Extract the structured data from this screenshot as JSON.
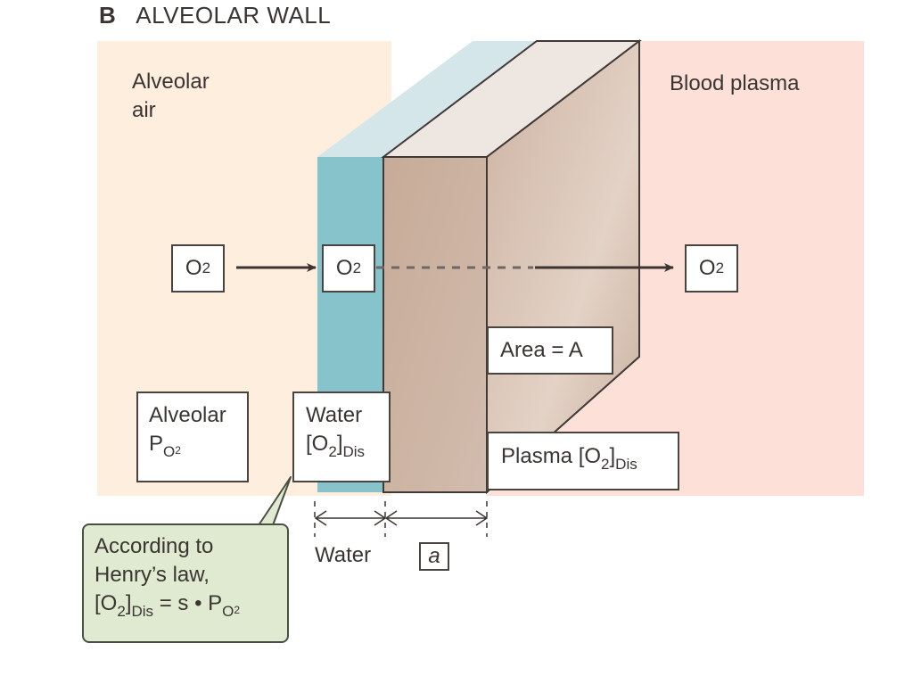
{
  "figure": {
    "panel_letter": "B",
    "panel_title": "ALVEOLAR WALL"
  },
  "regions": {
    "alveolar_air": {
      "line1": "Alveolar",
      "line2": "air",
      "color": "#fdeedd"
    },
    "blood_plasma": {
      "label": "Blood plasma",
      "color": "#fde0d8"
    },
    "water_layer_color": "#86c3cb",
    "water_top_color": "#d5e6ea",
    "tissue_front_color": "#c9ae9c",
    "tissue_top_color": "#eee6e1",
    "tissue_side_color": "#d9c3b4"
  },
  "flow": {
    "o2_source": {
      "main": "O",
      "sub": "2"
    },
    "o2_water": {
      "main": "O",
      "sub": "2"
    },
    "o2_plasma": {
      "main": "O",
      "sub": "2"
    }
  },
  "labels": {
    "area": "Area = A",
    "alveolar_po2": {
      "line1": "Alveolar",
      "main": "P",
      "sub": "O",
      "subsub": "2"
    },
    "water_o2dis": {
      "line1": "Water",
      "open": "[O",
      "sub1": "2",
      "close": "]",
      "sub2": "Dis"
    },
    "plasma_o2dis": {
      "prefix": "Plasma [O",
      "sub1": "2",
      "close": "]",
      "sub2": "Dis"
    }
  },
  "dimensions": {
    "water_label": "Water",
    "thickness_label": "a"
  },
  "callout": {
    "line1": "According to",
    "line2": "Henry’s law,",
    "eq_open": "[O",
    "eq_sub1": "2",
    "eq_close": "]",
    "eq_sub2": "Dis",
    "eq_rhs": " = s • P",
    "eq_sub3": "O",
    "eq_subsub": "2"
  }
}
